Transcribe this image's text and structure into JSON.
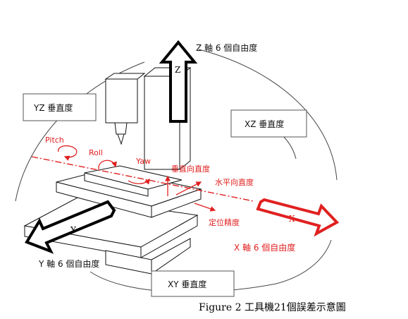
{
  "labels": {
    "z_dof": "Z 軸 6 個自由度",
    "yz_square": "YZ 垂直度",
    "xz_square": "XZ 垂直度",
    "xy_square": "XY 垂直度",
    "y_dof": "Y 軸 6 個自由度",
    "x_dof": "X 軸 6 個自由度",
    "pitch": "Pitch",
    "roll": "Roll",
    "yaw": "Yaw",
    "vertical_straightness": "垂直向直度",
    "horizontal_straightness": "水平向直度",
    "positioning_accuracy": "定位精度",
    "z_axis": "Z",
    "x_axis": "X",
    "y_axis": "Y"
  },
  "caption": "Figure 2  工具機21個誤差示意圖",
  "colors": {
    "error_red": "#e02020",
    "outline": "#000000",
    "gray": "#999999"
  }
}
